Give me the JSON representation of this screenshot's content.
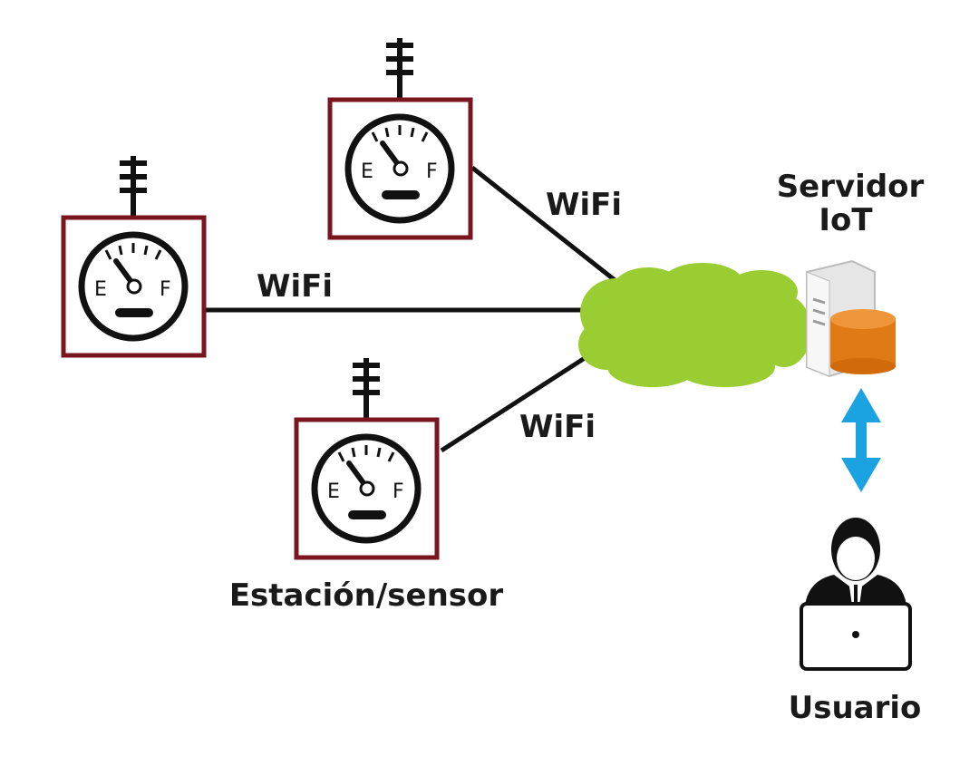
{
  "diagram": {
    "wifi_label_top": "WiFi",
    "wifi_label_left": "WiFi",
    "wifi_label_bottom": "WiFi",
    "server_label_line1": "Servidor",
    "server_label_line2": "IoT",
    "station_label": "Estación/sensor",
    "user_label": "Usuario",
    "gauge_empty_letter": "E",
    "gauge_full_letter": "F"
  },
  "colors": {
    "station_border": "#7a1520",
    "cloud": "#9acd32",
    "database": "#e07a14",
    "arrow": "#1aa3e0",
    "line": "#111111"
  }
}
